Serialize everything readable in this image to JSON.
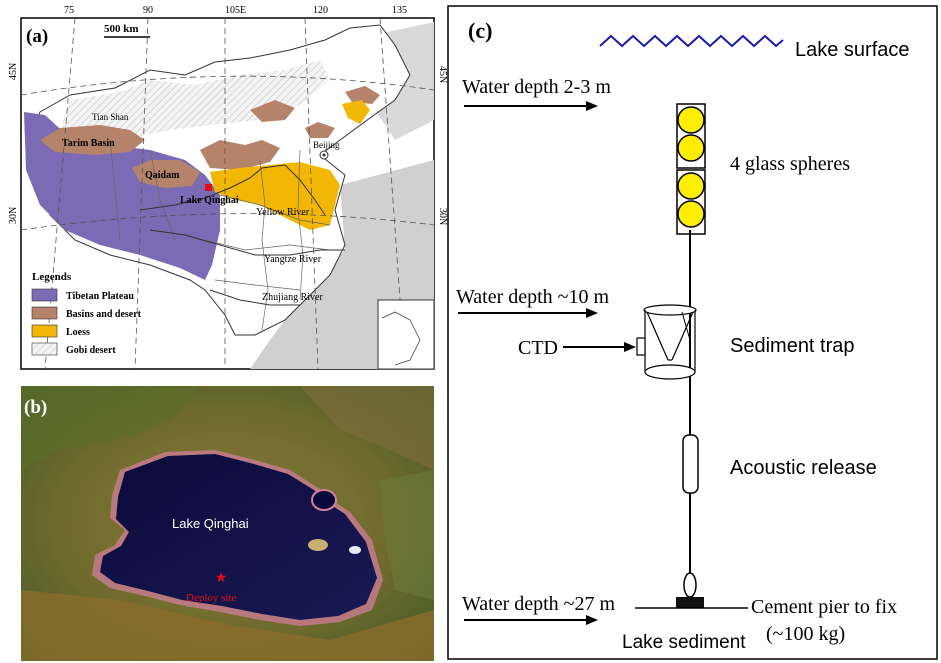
{
  "panel_a": {
    "label": "(a)",
    "scale_bar": "500 km",
    "lon_ticks": [
      "75",
      "90",
      "105E",
      "120",
      "135"
    ],
    "lat_left": [
      "45N",
      "30N"
    ],
    "lat_right": [
      "45N",
      "30N"
    ],
    "places": {
      "tian_shan": "Tian Shan",
      "tarim": "Tarim Basin",
      "qaidam": "Qaidam",
      "beijing": "Beijing",
      "lake": "Lake Qinghai",
      "yellow": "Yellow River",
      "yangtze": "Yangtze River",
      "zhujiang": "Zhujiang River"
    },
    "legend": {
      "title": "Legends",
      "items": [
        {
          "label": "Tibetan Plateau",
          "color": "#7b6bb5"
        },
        {
          "label": "Basins and desert",
          "color": "#b5826a"
        },
        {
          "label": "Loess",
          "color": "#f2b705"
        },
        {
          "label": "Gobi desert",
          "color": "#e8e8e8"
        }
      ]
    }
  },
  "panel_b": {
    "label": "(b)",
    "lake_name": "Lake Qinghai",
    "deploy": "Deploy site"
  },
  "panel_c": {
    "label": "(c)",
    "lake_surface": "Lake surface",
    "depth1": "Water depth 2-3 m",
    "spheres": "4 glass spheres",
    "depth2": "Water depth ~10 m",
    "ctd": "CTD",
    "trap": "Sediment trap",
    "release": "Acoustic release",
    "depth3": "Water depth ~27 m",
    "pier_1": "Cement pier to fix",
    "pier_2": "(~100 kg)",
    "sediment": "Lake sediment"
  }
}
